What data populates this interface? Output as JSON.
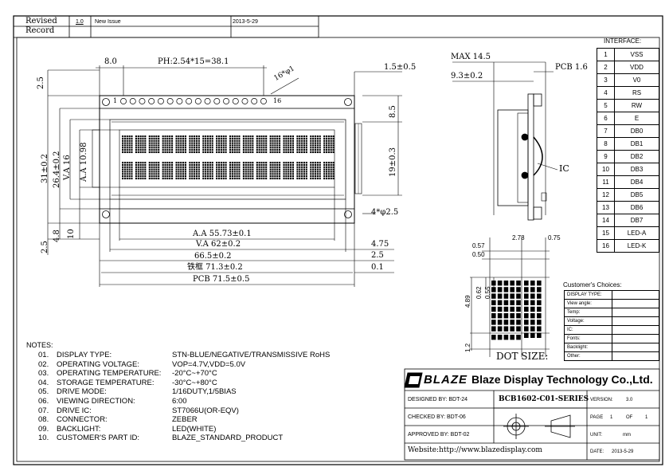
{
  "revision": {
    "label_line1": "Revised",
    "label_line2": "Record",
    "version": "1.0",
    "description": "New Issue",
    "date": "2013-5-29"
  },
  "dimensions": {
    "pin_offset": "8.0",
    "pin_pitch": "PH:2.54*15=38.1",
    "pin_hole": "16*φ1",
    "pin_1": "1",
    "pin_16": "16",
    "top_margin": "2.5",
    "height_total": "31±0.2",
    "height_frame": "26.4±0.2",
    "height_va": "V.A 16",
    "height_aa": "A.A 10.98",
    "bottom_4_8": "4.8",
    "bottom_2_5": "2.5",
    "bottom_10": "10",
    "right_1_5": "1.5±0.5",
    "right_8_5": "8.5",
    "right_19": "19±0.3",
    "mount_holes": "4*φ2.5",
    "aa_width": "A.A 55.73±0.1",
    "va_width": "V.A  62±0.2",
    "width_66_5": "66.5±0.2",
    "frame_width": "铁框 71.3±0.2",
    "pcb_width": "PCB 71.5±0.5",
    "r_4_75": "4.75",
    "r_2_5": "2.5",
    "r_0_1": "0.1",
    "max_thickness": "MAX 14.5",
    "pcb_thickness": "PCB 1.6",
    "depth_9_3": "9.3±0.2",
    "ic_label": "IC"
  },
  "dot": {
    "w_2_78": "2.78",
    "w_0_75": "0.75",
    "w_0_57": "0.57",
    "w_0_50": "0.50",
    "h_4_89": "4.89",
    "h_0_62": "0.62",
    "h_0_55": "0.55",
    "h_1_2": "1.2",
    "title": "DOT SIZE:"
  },
  "interface": {
    "title": "INTERFACE:",
    "rows": [
      {
        "no": "1",
        "name": "VSS"
      },
      {
        "no": "2",
        "name": "VDD"
      },
      {
        "no": "3",
        "name": "V0"
      },
      {
        "no": "4",
        "name": "RS"
      },
      {
        "no": "5",
        "name": "RW"
      },
      {
        "no": "6",
        "name": "E"
      },
      {
        "no": "7",
        "name": "DB0"
      },
      {
        "no": "8",
        "name": "DB1"
      },
      {
        "no": "9",
        "name": "DB2"
      },
      {
        "no": "10",
        "name": "DB3"
      },
      {
        "no": "11",
        "name": "DB4"
      },
      {
        "no": "12",
        "name": "DB5"
      },
      {
        "no": "13",
        "name": "DB6"
      },
      {
        "no": "14",
        "name": "DB7"
      },
      {
        "no": "15",
        "name": "LED-A"
      },
      {
        "no": "16",
        "name": "LED-K"
      }
    ]
  },
  "choices": {
    "title": "Customer's Choices:",
    "rows": [
      "DISPLAY TYPE:",
      "View angle:",
      "Temp:",
      "Voltage:",
      "IC:",
      "Fonts:",
      "Backlight:",
      "Other:"
    ]
  },
  "notes": {
    "title": "NOTES:",
    "items": [
      {
        "no": "01.",
        "key": "DISPLAY  TYPE:",
        "value": "STN-BLUE/NEGATIVE/TRANSMISSIVE RoHS"
      },
      {
        "no": "02.",
        "key": "OPERATING  VOLTAGE:",
        "value": "VOP=4.7V,VDD=5.0V"
      },
      {
        "no": "03.",
        "key": "OPERATING  TEMPERATURE:",
        "value": "-20°C~+70°C"
      },
      {
        "no": "04.",
        "key": "STORAGE  TEMPERATURE:",
        "value": "-30°C~+80°C"
      },
      {
        "no": "05.",
        "key": "DRIVE  MODE:",
        "value": "1/16DUTY,1/5BIAS"
      },
      {
        "no": "06.",
        "key": "VIEWING  DIRECTION:",
        "value": "6:00"
      },
      {
        "no": "07.",
        "key": "DRIVE  IC:",
        "value": "ST7066U(OR-EQV)"
      },
      {
        "no": "08.",
        "key": "CONNECTOR:",
        "value": "ZEBER"
      },
      {
        "no": "09.",
        "key": "BACKLIGHT:",
        "value": "LED(WHITE)"
      },
      {
        "no": "10.",
        "key": "CUSTOMER'S  PART  ID:",
        "value": "BLAZE_STANDARD_PRODUCT"
      }
    ]
  },
  "title_block": {
    "logo": "BLAZE",
    "company": "Blaze Display Technology Co.,Ltd.",
    "designed": "DESIGNED  BY:  BDT-24",
    "checked": "CHECKED  BY:  BDT-06",
    "approved": "APPROVED  BY:  BDT-02",
    "part_no": "BCB1602-C01-SERIES",
    "version_label": "VERSION:",
    "version": "3.0",
    "page_label": "PAGE",
    "page": "1",
    "of_label": "OF",
    "pages": "1",
    "unit_label": "UNIT:",
    "unit": "mm",
    "website": "Website:http://www.blazedisplay.com",
    "date_label": "DATE:",
    "date": "2013-5-29"
  }
}
